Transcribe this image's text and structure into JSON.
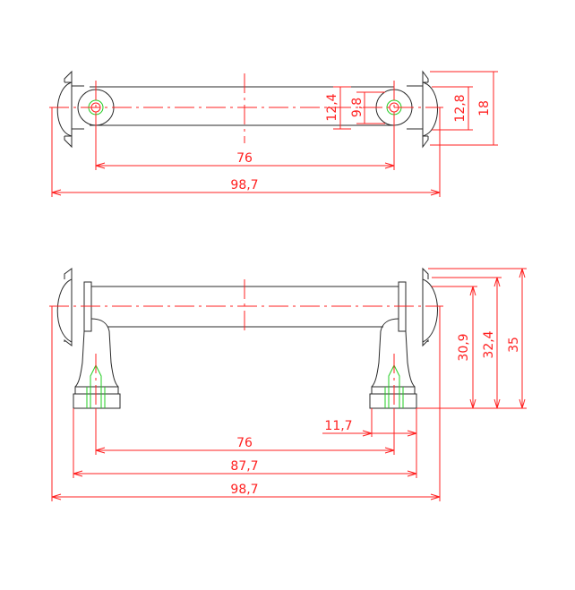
{
  "top_view": {
    "dims": {
      "center_distance": "76",
      "overall_length": "98,7",
      "bar_diameter": "12,4",
      "hole_diameter": "9,8",
      "end_diameter": "12,8",
      "cap_height": "18"
    }
  },
  "side_view": {
    "dims": {
      "center_distance": "76",
      "foot_span": "87,7",
      "overall_length": "98,7",
      "foot_width": "11,7",
      "height_inner": "30,9",
      "height_mid": "32,4",
      "height_overall": "35"
    }
  },
  "colors": {
    "dimension": "#ff2020",
    "outline": "#2a2a2a",
    "hole": "#22cc22"
  }
}
